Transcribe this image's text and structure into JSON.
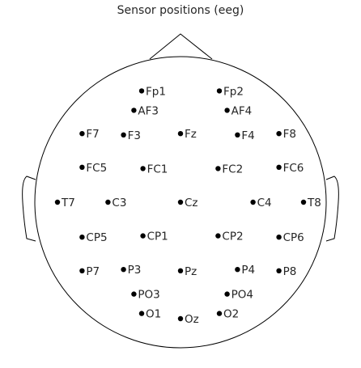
{
  "title": "Sensor positions (eeg)",
  "colors": {
    "outline": "#000000",
    "marker": "#000000",
    "text": "#262626"
  },
  "chart_data": {
    "type": "scatter",
    "title": "Sensor positions (eeg)",
    "xlabel": "",
    "ylabel": "",
    "grid": false,
    "head_outline": true,
    "sensors": [
      {
        "name": "Fp1",
        "x": -0.3,
        "y": 0.86
      },
      {
        "name": "Fp2",
        "x": 0.3,
        "y": 0.86
      },
      {
        "name": "AF3",
        "x": -0.36,
        "y": 0.71
      },
      {
        "name": "AF4",
        "x": 0.36,
        "y": 0.71
      },
      {
        "name": "F7",
        "x": -0.76,
        "y": 0.53
      },
      {
        "name": "F3",
        "x": -0.44,
        "y": 0.52
      },
      {
        "name": "Fz",
        "x": 0.0,
        "y": 0.53
      },
      {
        "name": "F4",
        "x": 0.44,
        "y": 0.52
      },
      {
        "name": "F8",
        "x": 0.76,
        "y": 0.53
      },
      {
        "name": "FC5",
        "x": -0.76,
        "y": 0.27
      },
      {
        "name": "FC1",
        "x": -0.29,
        "y": 0.26
      },
      {
        "name": "FC2",
        "x": 0.29,
        "y": 0.26
      },
      {
        "name": "FC6",
        "x": 0.76,
        "y": 0.27
      },
      {
        "name": "T7",
        "x": -0.95,
        "y": 0.0
      },
      {
        "name": "C3",
        "x": -0.56,
        "y": 0.0
      },
      {
        "name": "Cz",
        "x": 0.0,
        "y": 0.0
      },
      {
        "name": "C4",
        "x": 0.56,
        "y": 0.0
      },
      {
        "name": "T8",
        "x": 0.95,
        "y": 0.0
      },
      {
        "name": "CP5",
        "x": -0.76,
        "y": -0.27
      },
      {
        "name": "CP1",
        "x": -0.29,
        "y": -0.26
      },
      {
        "name": "CP2",
        "x": 0.29,
        "y": -0.26
      },
      {
        "name": "CP6",
        "x": 0.76,
        "y": -0.27
      },
      {
        "name": "P7",
        "x": -0.76,
        "y": -0.53
      },
      {
        "name": "P3",
        "x": -0.44,
        "y": -0.52
      },
      {
        "name": "Pz",
        "x": 0.0,
        "y": -0.53
      },
      {
        "name": "P4",
        "x": 0.44,
        "y": -0.52
      },
      {
        "name": "P8",
        "x": 0.76,
        "y": -0.53
      },
      {
        "name": "PO3",
        "x": -0.36,
        "y": -0.71
      },
      {
        "name": "PO4",
        "x": 0.36,
        "y": -0.71
      },
      {
        "name": "O1",
        "x": -0.3,
        "y": -0.86
      },
      {
        "name": "Oz",
        "x": 0.0,
        "y": -0.9
      },
      {
        "name": "O2",
        "x": 0.3,
        "y": -0.86
      }
    ]
  }
}
